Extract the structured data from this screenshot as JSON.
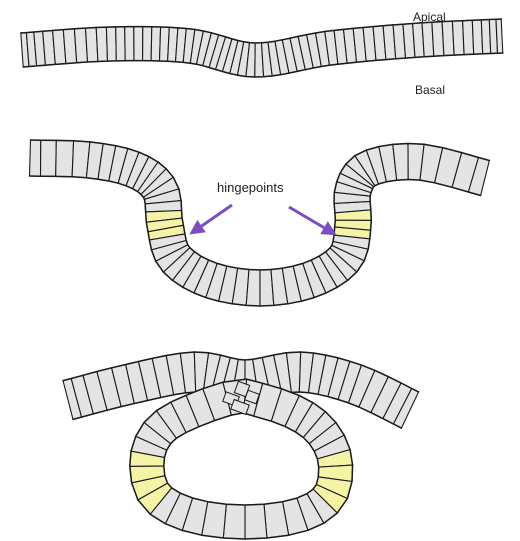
{
  "labels": {
    "apical": "Apical",
    "basal": "Basal",
    "hingepoints": "hingepoints"
  },
  "colors": {
    "cell_fill": "#e4e4e4",
    "hinge_fill": "#f5f3a6",
    "outline": "#1b1b1b",
    "arrow": "#7a4fc4"
  }
}
